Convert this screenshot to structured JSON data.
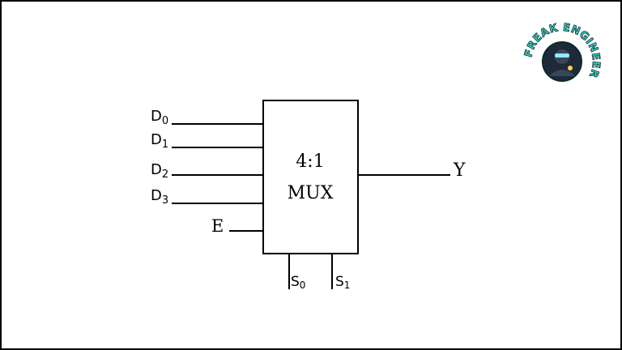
{
  "mux": {
    "title_line1": "4:1",
    "title_line2": "MUX"
  },
  "inputs": [
    {
      "letter": "D",
      "sub": "0"
    },
    {
      "letter": "D",
      "sub": "1"
    },
    {
      "letter": "D",
      "sub": "2"
    },
    {
      "letter": "D",
      "sub": "3"
    }
  ],
  "enable": {
    "label": "E"
  },
  "output": {
    "label": "Y"
  },
  "selects": [
    {
      "letter": "S",
      "sub": "0"
    },
    {
      "letter": "S",
      "sub": "1"
    }
  ],
  "logo": {
    "text": "FREAK ENGINEER",
    "colors": {
      "text": "#2fd6c8",
      "outline": "#0b2a2a",
      "badge": "#1e2a3a"
    }
  }
}
